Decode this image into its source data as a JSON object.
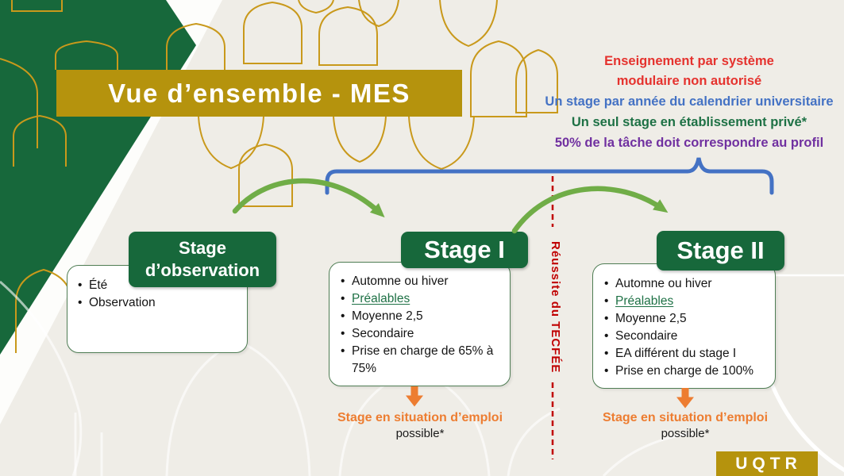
{
  "title": "Vue d’ensemble - MES",
  "notes": {
    "rule1_line1": "Enseignement par système",
    "rule1_line2": "modulaire non autorisé",
    "rule2": "Un stage par année du calendrier universitaire",
    "rule3": "Un seul stage en établissement privé*",
    "rule4": "50% de la tâche doit correspondre au profil"
  },
  "stages": {
    "observation": {
      "title_line1": "Stage",
      "title_line2": "d’observation",
      "items": [
        "Été",
        "Observation"
      ]
    },
    "stage1": {
      "title": "Stage I",
      "items": [
        "Automne ou hiver",
        "Préalables",
        "Moyenne 2,5",
        "Secondaire",
        "Prise en charge de 65% à 75%"
      ],
      "footer_line1": "Stage en situation d’emploi",
      "footer_line2": "possible*"
    },
    "stage2": {
      "title": "Stage II",
      "items": [
        "Automne ou hiver",
        "Préalables",
        "Moyenne 2,5",
        "Secondaire",
        "EA différent du stage I",
        "Prise en charge de 100%"
      ],
      "footer_line1": "Stage en situation d’emploi",
      "footer_line2": "possible*"
    }
  },
  "divider_label": "Réussite du TECFÉE",
  "logo_text": "UQTR",
  "colors": {
    "brand_green": "#17683B",
    "brand_gold": "#B5930D",
    "pattern_gold": "#C9991B",
    "rule_red": "#E5322E",
    "rule_blue": "#4472C4",
    "rule_green": "#1E7145",
    "rule_purple": "#7030A0",
    "accent_orange": "#ED7D31",
    "divider_red": "#C00000",
    "arrow_green": "#70AD47",
    "background": "#EFEDE7"
  }
}
